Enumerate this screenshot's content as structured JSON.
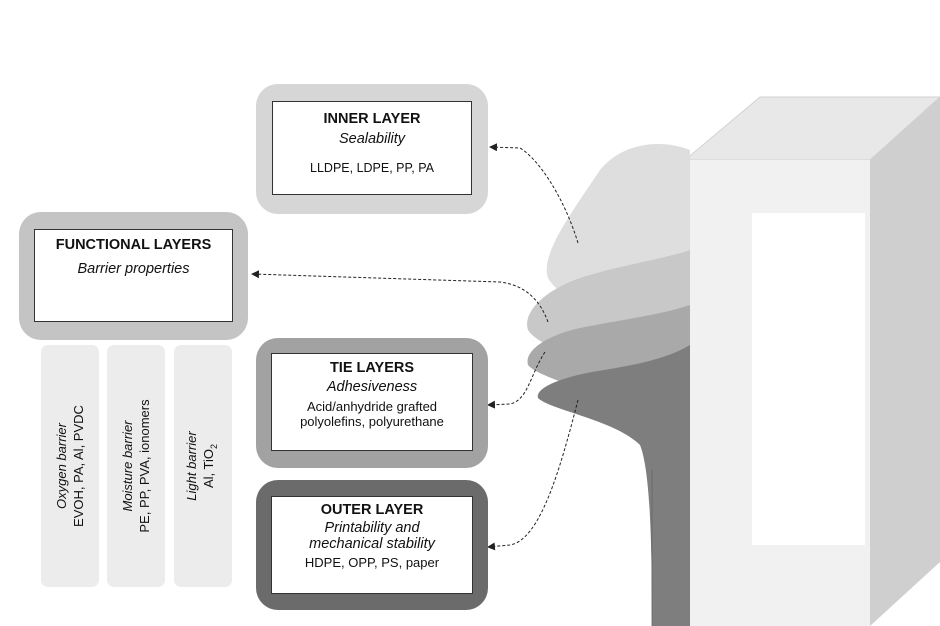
{
  "inner_layer": {
    "title": "INNER LAYER",
    "property": "Sealability",
    "materials": "LLDPE, LDPE, PP, PA"
  },
  "functional_layers": {
    "title": "FUNCTIONAL LAYERS",
    "property": "Barrier properties",
    "barriers": [
      {
        "title": "Oxygen barrier",
        "materials": "EVOH, PA, Al, PVDC"
      },
      {
        "title": "Moisture barrier",
        "materials": "PE, PP, PVA, ionomers"
      },
      {
        "title": "Light barrier",
        "materials": "Al, TiO",
        "materials_subscript": "2"
      }
    ]
  },
  "tie_layers": {
    "title": "TIE LAYERS",
    "property": "Adhesiveness",
    "materials_line1": "Acid/anhydride grafted",
    "materials_line2": "polyolefins, polyurethane"
  },
  "outer_layer": {
    "title": "OUTER LAYER",
    "property_line1": "Printability and",
    "property_line2": "mechanical stability",
    "materials": "HDPE, OPP, PS, paper"
  },
  "colors": {
    "inner_frame": "#d6d6d6",
    "functional_frame": "#c4c4c4",
    "tie_frame": "#a2a2a2",
    "outer_frame": "#6b6b6b",
    "barrier_column": "#ececec"
  }
}
